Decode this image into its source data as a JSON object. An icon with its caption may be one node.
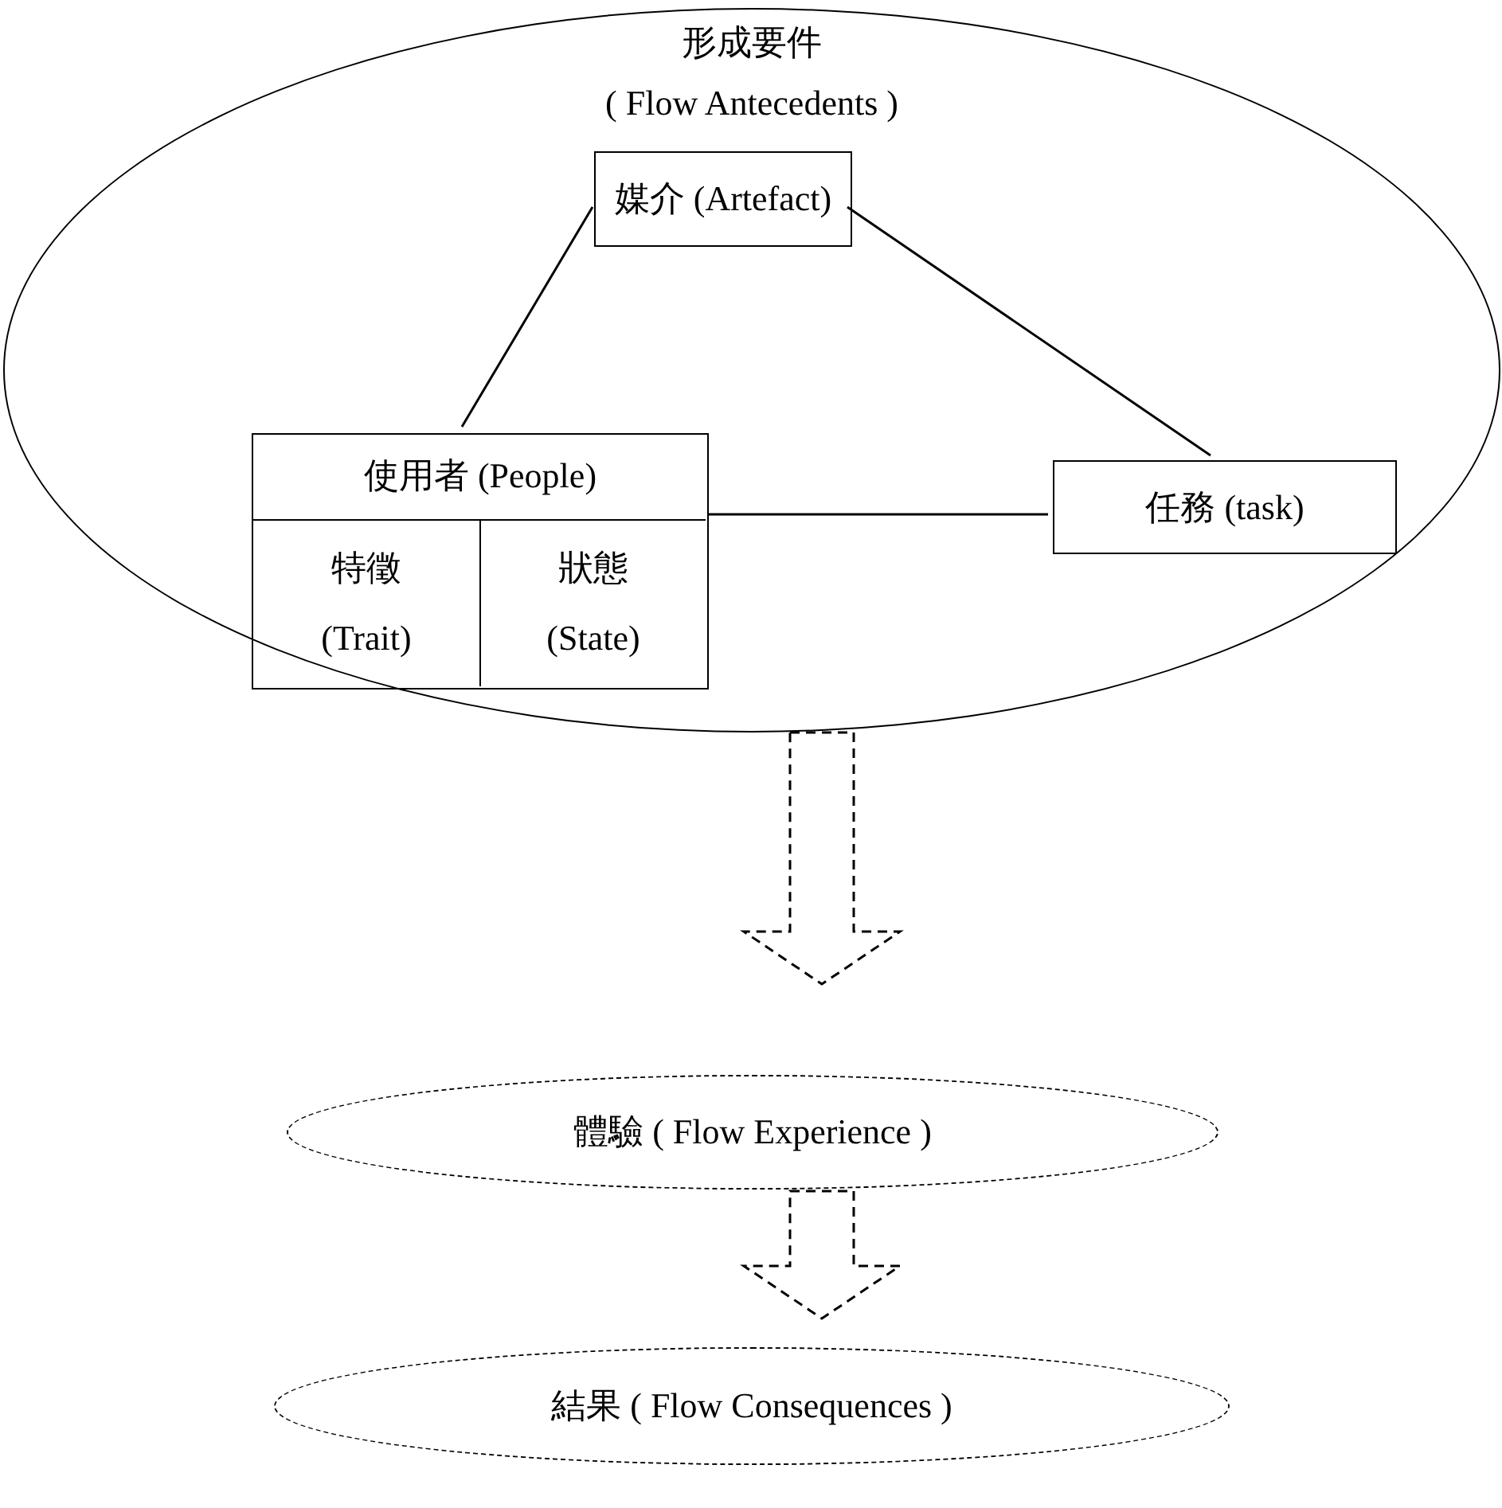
{
  "diagram": {
    "nodes": [
      {
        "text": [
          "形成要件",
          "( Flow Antecedents )"
        ]
      },
      {
        "text": [
          "媒介 (Artefact)"
        ],
        "in": 0
      },
      {
        "text": [
          "使用者 (People)"
        ],
        "in": 0
      },
      {
        "text": [
          "特徵 (Trait)"
        ],
        "in": 2
      },
      {
        "text": [
          "狀態 (State)"
        ],
        "in": 2
      },
      {
        "text": [
          "任務 (task)"
        ],
        "in": 0
      },
      {
        "text": [
          "體驗 ( Flow Experience )"
        ]
      },
      {
        "text": [
          "結果 ( Flow Consequences )"
        ]
      }
    ],
    "edges": [
      {
        "from": 1,
        "to": 2,
        "arrow": "none"
      },
      {
        "from": 1,
        "to": 5,
        "arrow": "none"
      },
      {
        "from": 2,
        "to": 5,
        "arrow": "none"
      },
      {
        "from": 0,
        "to": 6,
        "arrow": "to",
        "style": "dashed"
      },
      {
        "from": 6,
        "to": 7,
        "arrow": "to",
        "style": "dashed"
      }
    ]
  }
}
